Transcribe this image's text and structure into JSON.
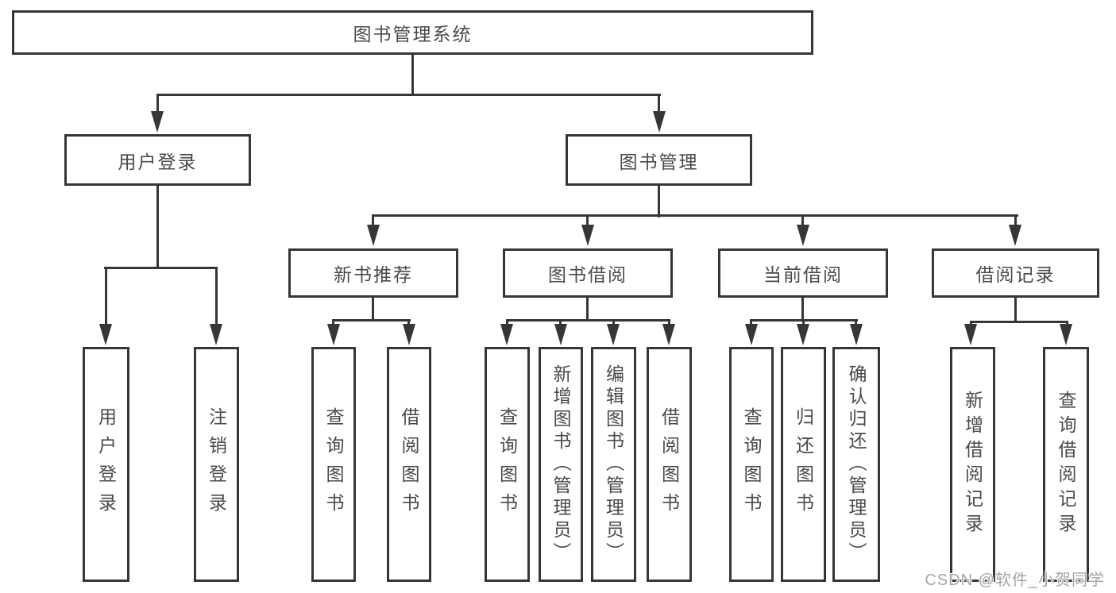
{
  "colors": {
    "line": "#363636",
    "text": "#4a4a4a",
    "background": "#ffffff",
    "watermark": "#a6a6a6"
  },
  "tree": {
    "root": {
      "label": "图书管理系统"
    },
    "branches": [
      {
        "label": "用户登录",
        "children": [
          {
            "label": "用户登录"
          },
          {
            "label": "注销登录"
          }
        ]
      },
      {
        "label": "图书管理",
        "children": [
          {
            "label": "新书推荐",
            "children": [
              {
                "label": "查询图书"
              },
              {
                "label": "借阅图书"
              }
            ]
          },
          {
            "label": "图书借阅",
            "children": [
              {
                "label": "查询图书"
              },
              {
                "label": "新增图书（管理员）"
              },
              {
                "label": "编辑图书（管理员）"
              },
              {
                "label": "借阅图书"
              }
            ]
          },
          {
            "label": "当前借阅",
            "children": [
              {
                "label": "查询图书"
              },
              {
                "label": "归还图书"
              },
              {
                "label": "确认归还（管理员）"
              }
            ]
          },
          {
            "label": "借阅记录",
            "children": [
              {
                "label": "新增借阅记录"
              },
              {
                "label": "查询借阅记录"
              }
            ]
          }
        ]
      }
    ]
  },
  "watermark": {
    "text": "CSDN @软件_小贺同学"
  }
}
